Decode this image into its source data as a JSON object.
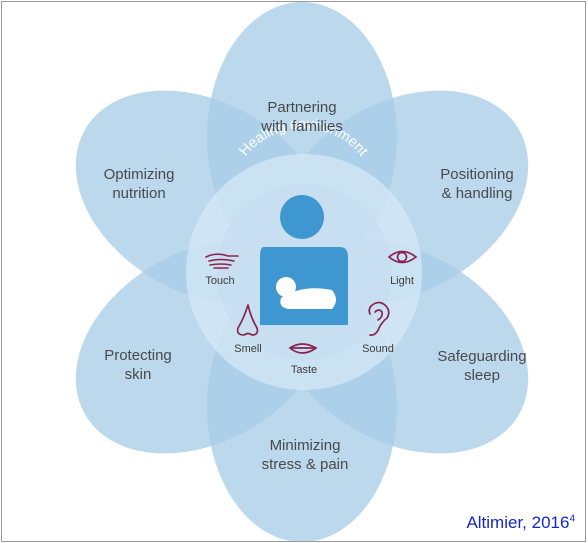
{
  "center": {
    "arc_text": "Healing environment"
  },
  "petals": [
    {
      "key": "top",
      "label": "Partnering\nwith families"
    },
    {
      "key": "upper-right",
      "label": "Positioning\n& handling"
    },
    {
      "key": "lower-right",
      "label": "Safeguarding\nsleep"
    },
    {
      "key": "bottom",
      "label": "Minimizing\nstress & pain"
    },
    {
      "key": "lower-left",
      "label": "Protecting\nskin"
    },
    {
      "key": "upper-left",
      "label": "Optimizing\nnutrition"
    }
  ],
  "senses": {
    "touch": "Touch",
    "light": "Light",
    "smell": "Smell",
    "sound": "Sound",
    "taste": "Taste"
  },
  "citation": {
    "text": "Altimier, 2016",
    "superscript": "4"
  },
  "colors": {
    "petal_fill": "#a8cde8",
    "petal_overlap": "#5fa4d6",
    "center_disc": "#c9e0f1",
    "figure": "#3f97d1",
    "icon_stroke": "#8a2450",
    "citation": "#1626c8"
  }
}
